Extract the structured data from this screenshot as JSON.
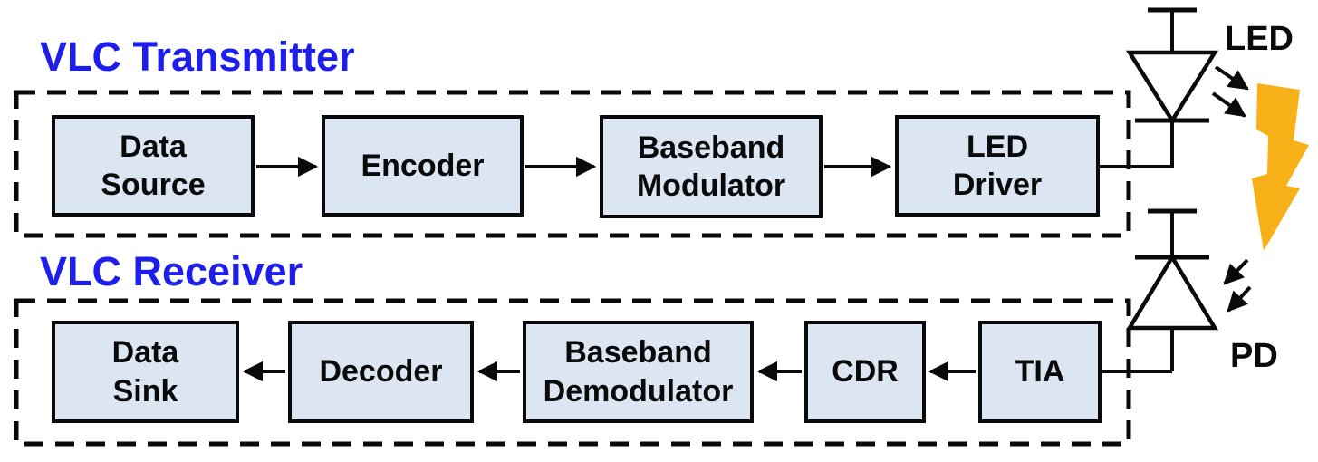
{
  "diagram": {
    "transmitter": {
      "title": "VLC Transmitter",
      "blocks": [
        {
          "label": "Data Source"
        },
        {
          "label": "Encoder"
        },
        {
          "label": "Baseband Modulator"
        },
        {
          "label": "LED Driver"
        }
      ]
    },
    "receiver": {
      "title": "VLC Receiver",
      "blocks": [
        {
          "label": "Data Sink"
        },
        {
          "label": "Decoder"
        },
        {
          "label": "Baseband Demodulator"
        },
        {
          "label": "CDR"
        },
        {
          "label": "TIA"
        }
      ]
    },
    "devices": {
      "led_label": "LED",
      "pd_label": "PD"
    },
    "icons": {
      "lightning_bolt": "light-propagation",
      "led_symbol": "led-diode",
      "pd_symbol": "photodiode"
    },
    "flow": {
      "transmitter_direction": "left-to-right",
      "receiver_direction": "right-to-left"
    },
    "colors": {
      "block_fill": "#dce6f2",
      "block_border": "#0a0a0a",
      "title_blue": "#1e1eea",
      "bolt_yellow": "#f8b018",
      "line_black": "#0a0a0a"
    }
  }
}
